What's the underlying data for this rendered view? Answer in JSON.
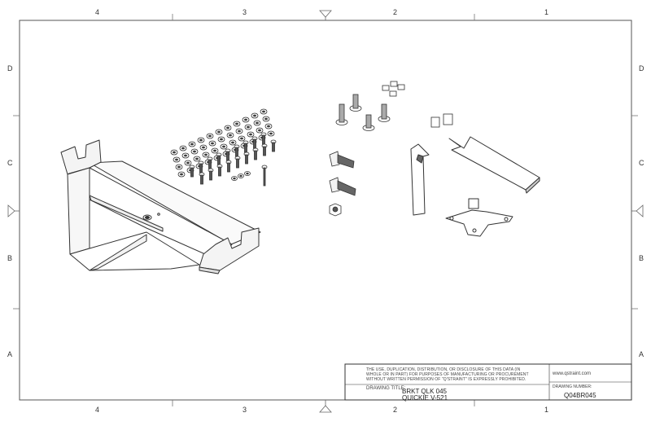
{
  "border": {
    "top_zones": [
      "4",
      "3",
      "2",
      "1"
    ],
    "bottom_zones": [
      "4",
      "3",
      "2",
      "1"
    ],
    "left_zones": [
      "D",
      "C",
      "B",
      "A"
    ],
    "right_zones": [
      "D",
      "C",
      "B",
      "A"
    ]
  },
  "title_block": {
    "disclaimer": "THE USE, DUPLICATION, DISTRIBUTION, OR DISCLOSURE OF THIS DATA (IN\nWHOLE OR IN PART) FOR PURPOSES OF MANUFACTURING OR PROCUREMENT\nWITHOUT WRITTEN PERMISSION OF \"Q'STRAINT\" IS EXPRESSLY PROHIBITED.",
    "website": "www.qstraint.com",
    "drawing_title_label": "DRAWING TITLE:",
    "title_line1": "BRKT QLK 045",
    "title_line2": "QUICKIE V-521",
    "drawing_number_label": "DRAWING NUMBER:",
    "drawing_number": "Q04BR045"
  }
}
